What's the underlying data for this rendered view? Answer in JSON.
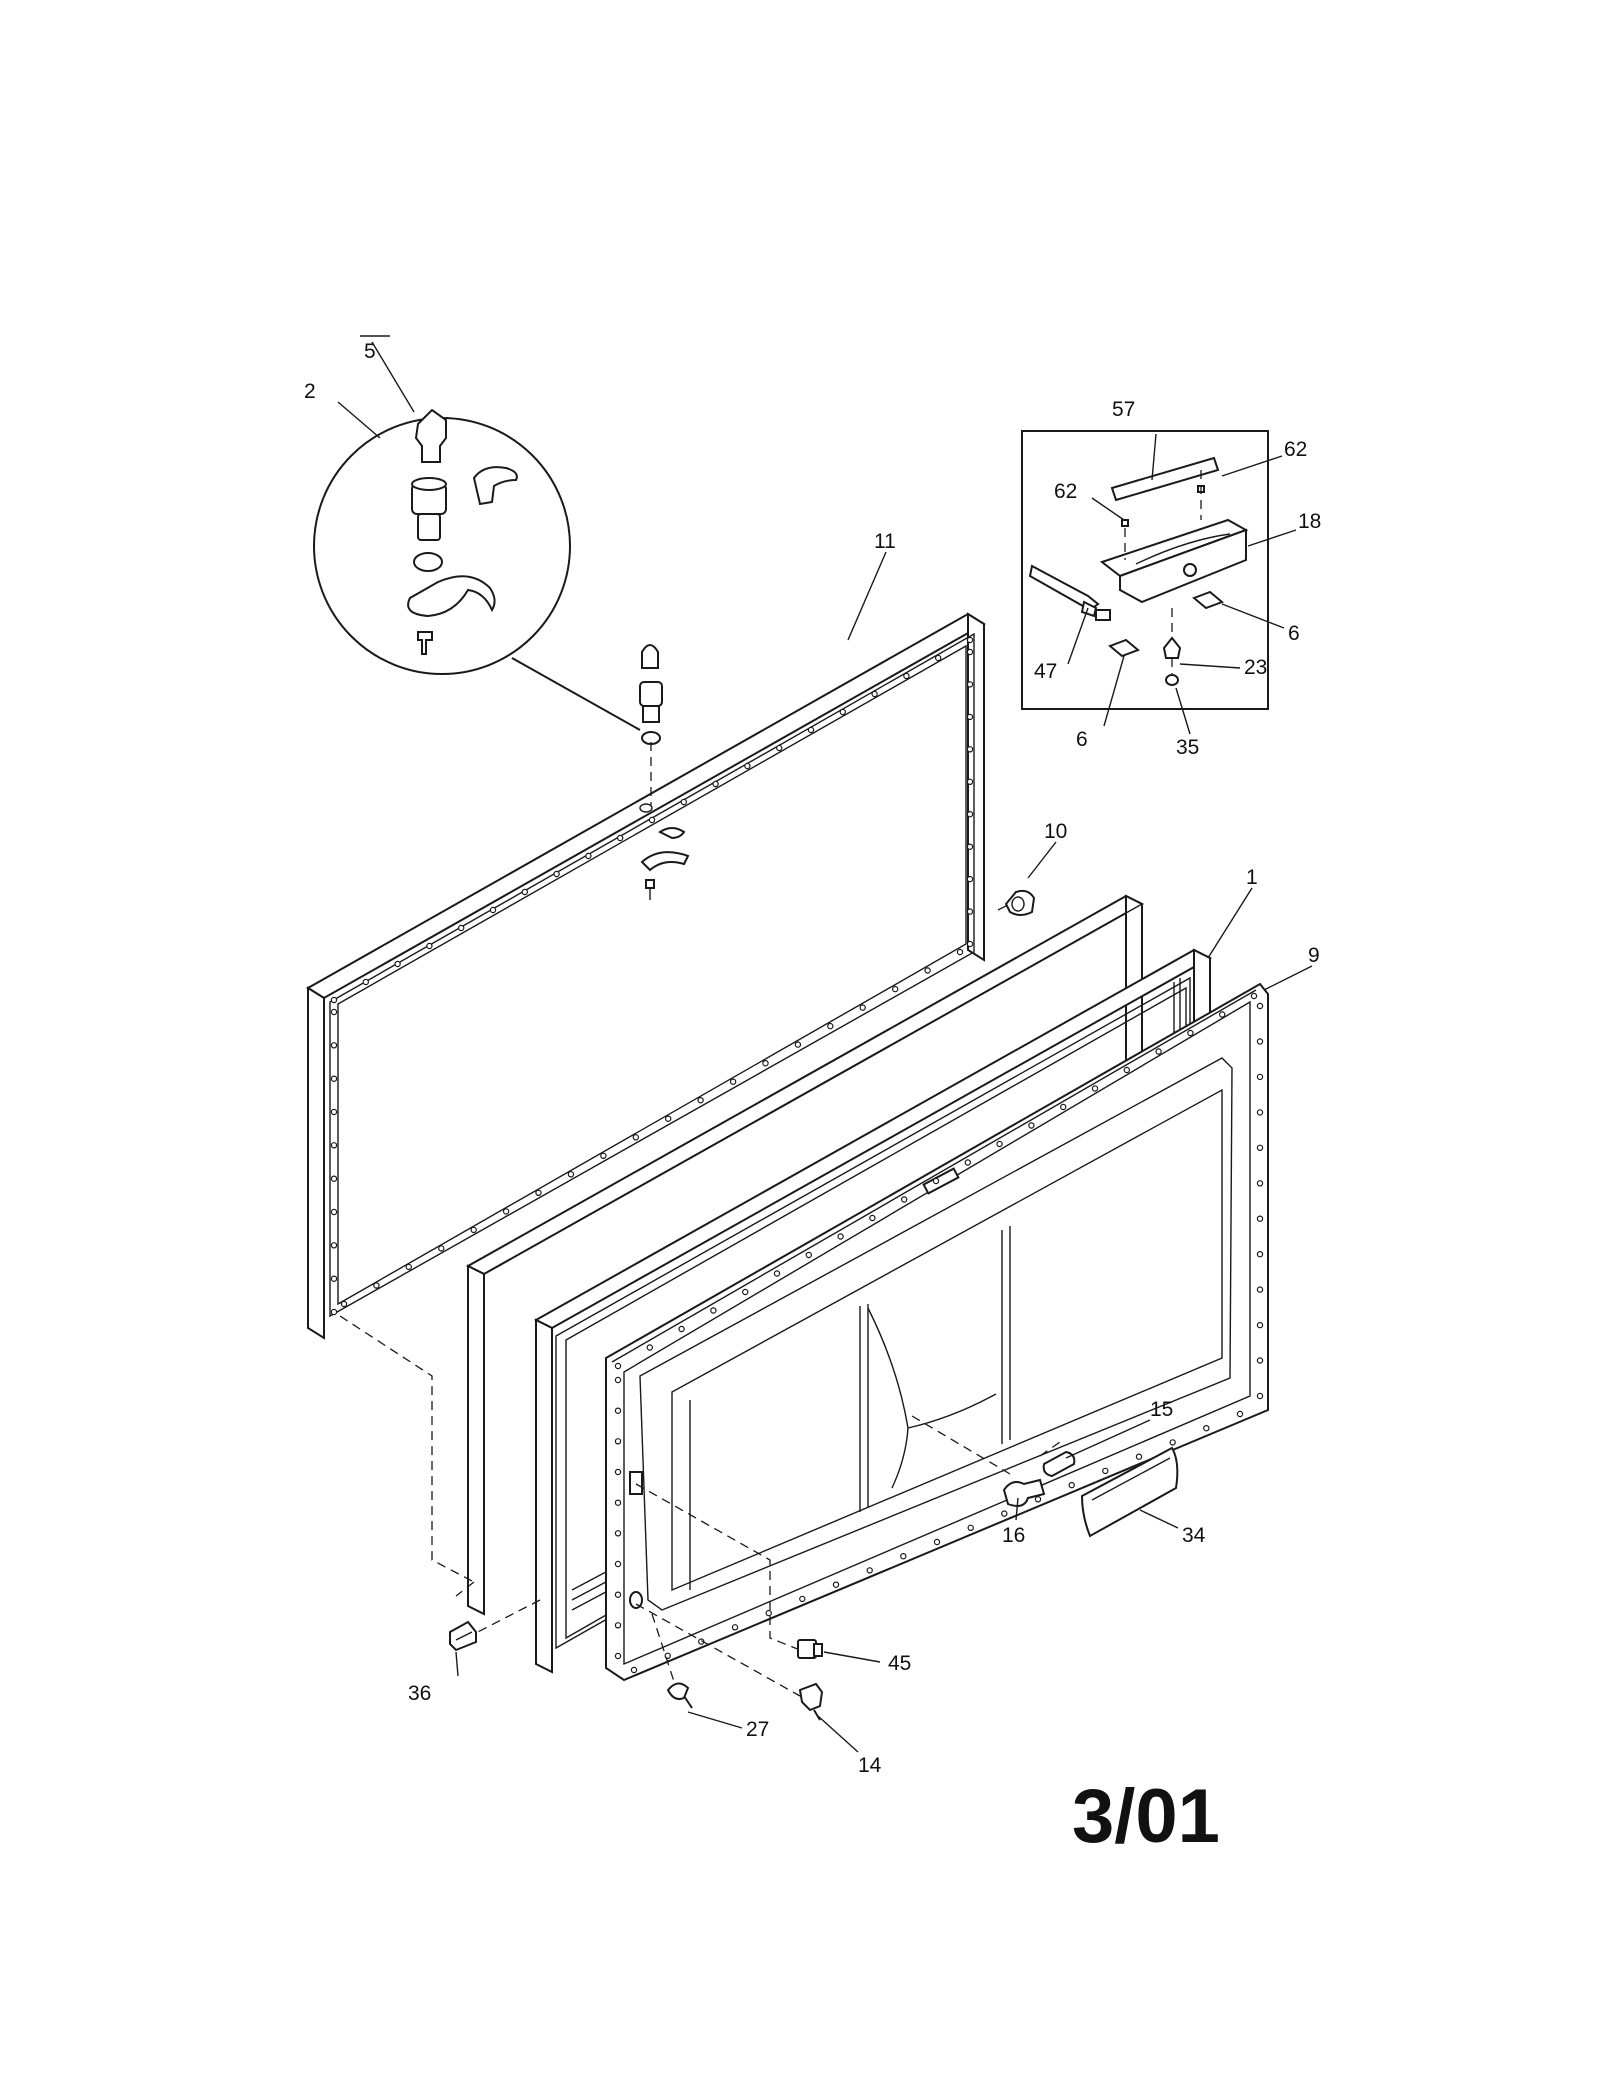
{
  "diagram": {
    "labels": {
      "p1": "1",
      "p2": "2",
      "p5": "5",
      "p6a": "6",
      "p6b": "6",
      "p9": "9",
      "p10": "10",
      "p11": "11",
      "p14": "14",
      "p15": "15",
      "p16": "16",
      "p18": "18",
      "p23": "23",
      "p27": "27",
      "p34": "34",
      "p35": "35",
      "p36": "36",
      "p45": "45",
      "p47": "47",
      "p57": "57",
      "p62a": "62",
      "p62b": "62"
    },
    "date_code": "3/01"
  }
}
